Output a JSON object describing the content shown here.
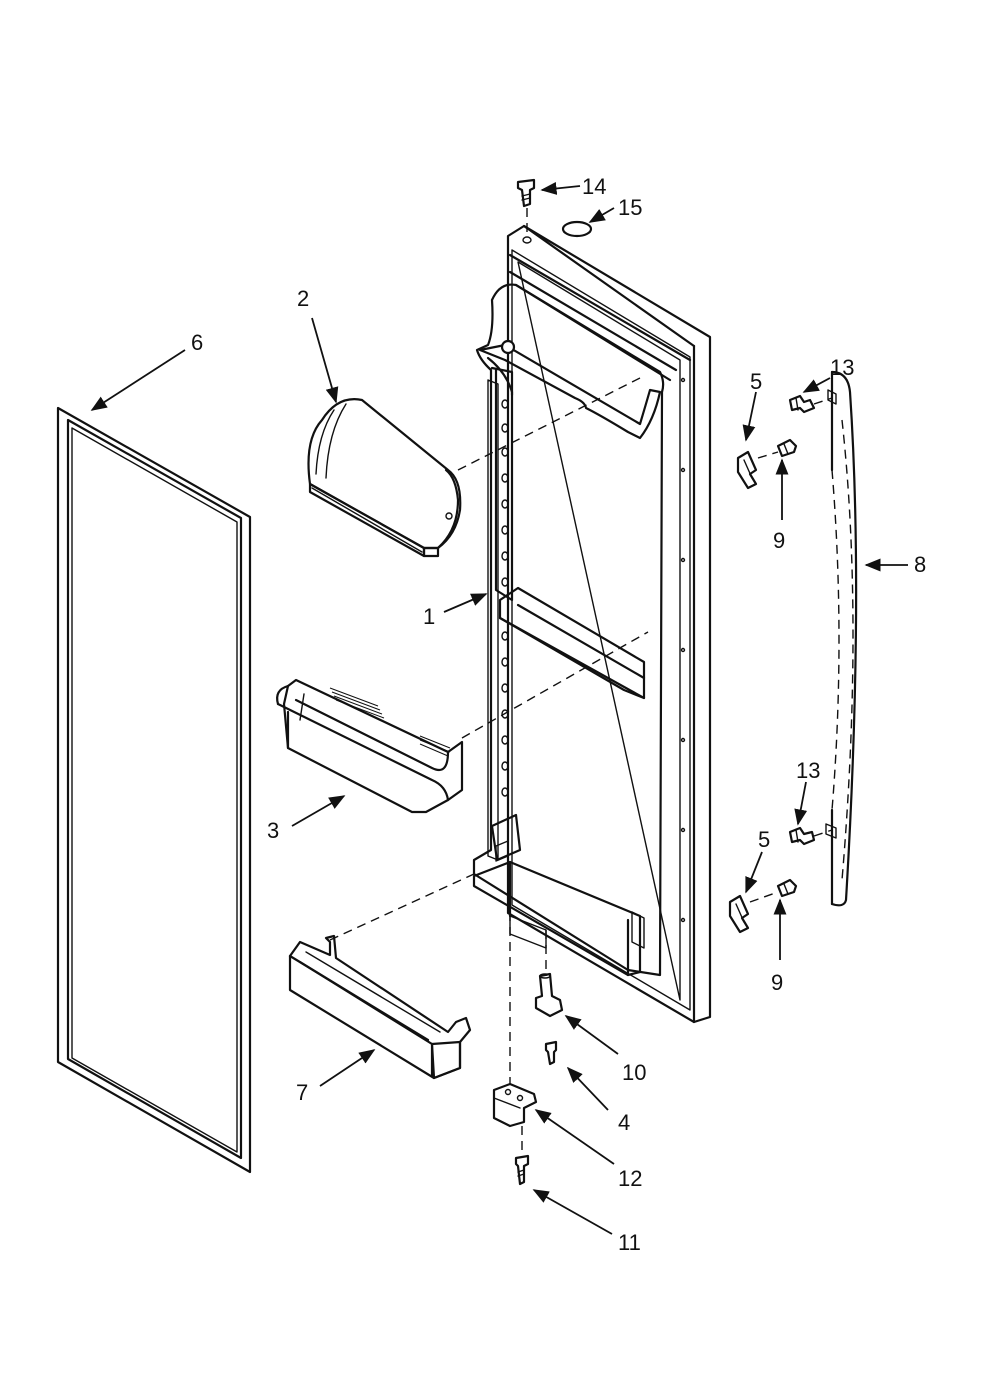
{
  "callouts": {
    "c1": "1",
    "c2": "2",
    "c3": "3",
    "c4": "4",
    "c5a": "5",
    "c5b": "5",
    "c6": "6",
    "c7": "7",
    "c8": "8",
    "c9a": "9",
    "c9b": "9",
    "c10": "10",
    "c11": "11",
    "c12": "12",
    "c13a": "13",
    "c13b": "13",
    "c14": "14",
    "c15": "15"
  },
  "colors": {
    "line": "#111111",
    "background": "#ffffff"
  }
}
